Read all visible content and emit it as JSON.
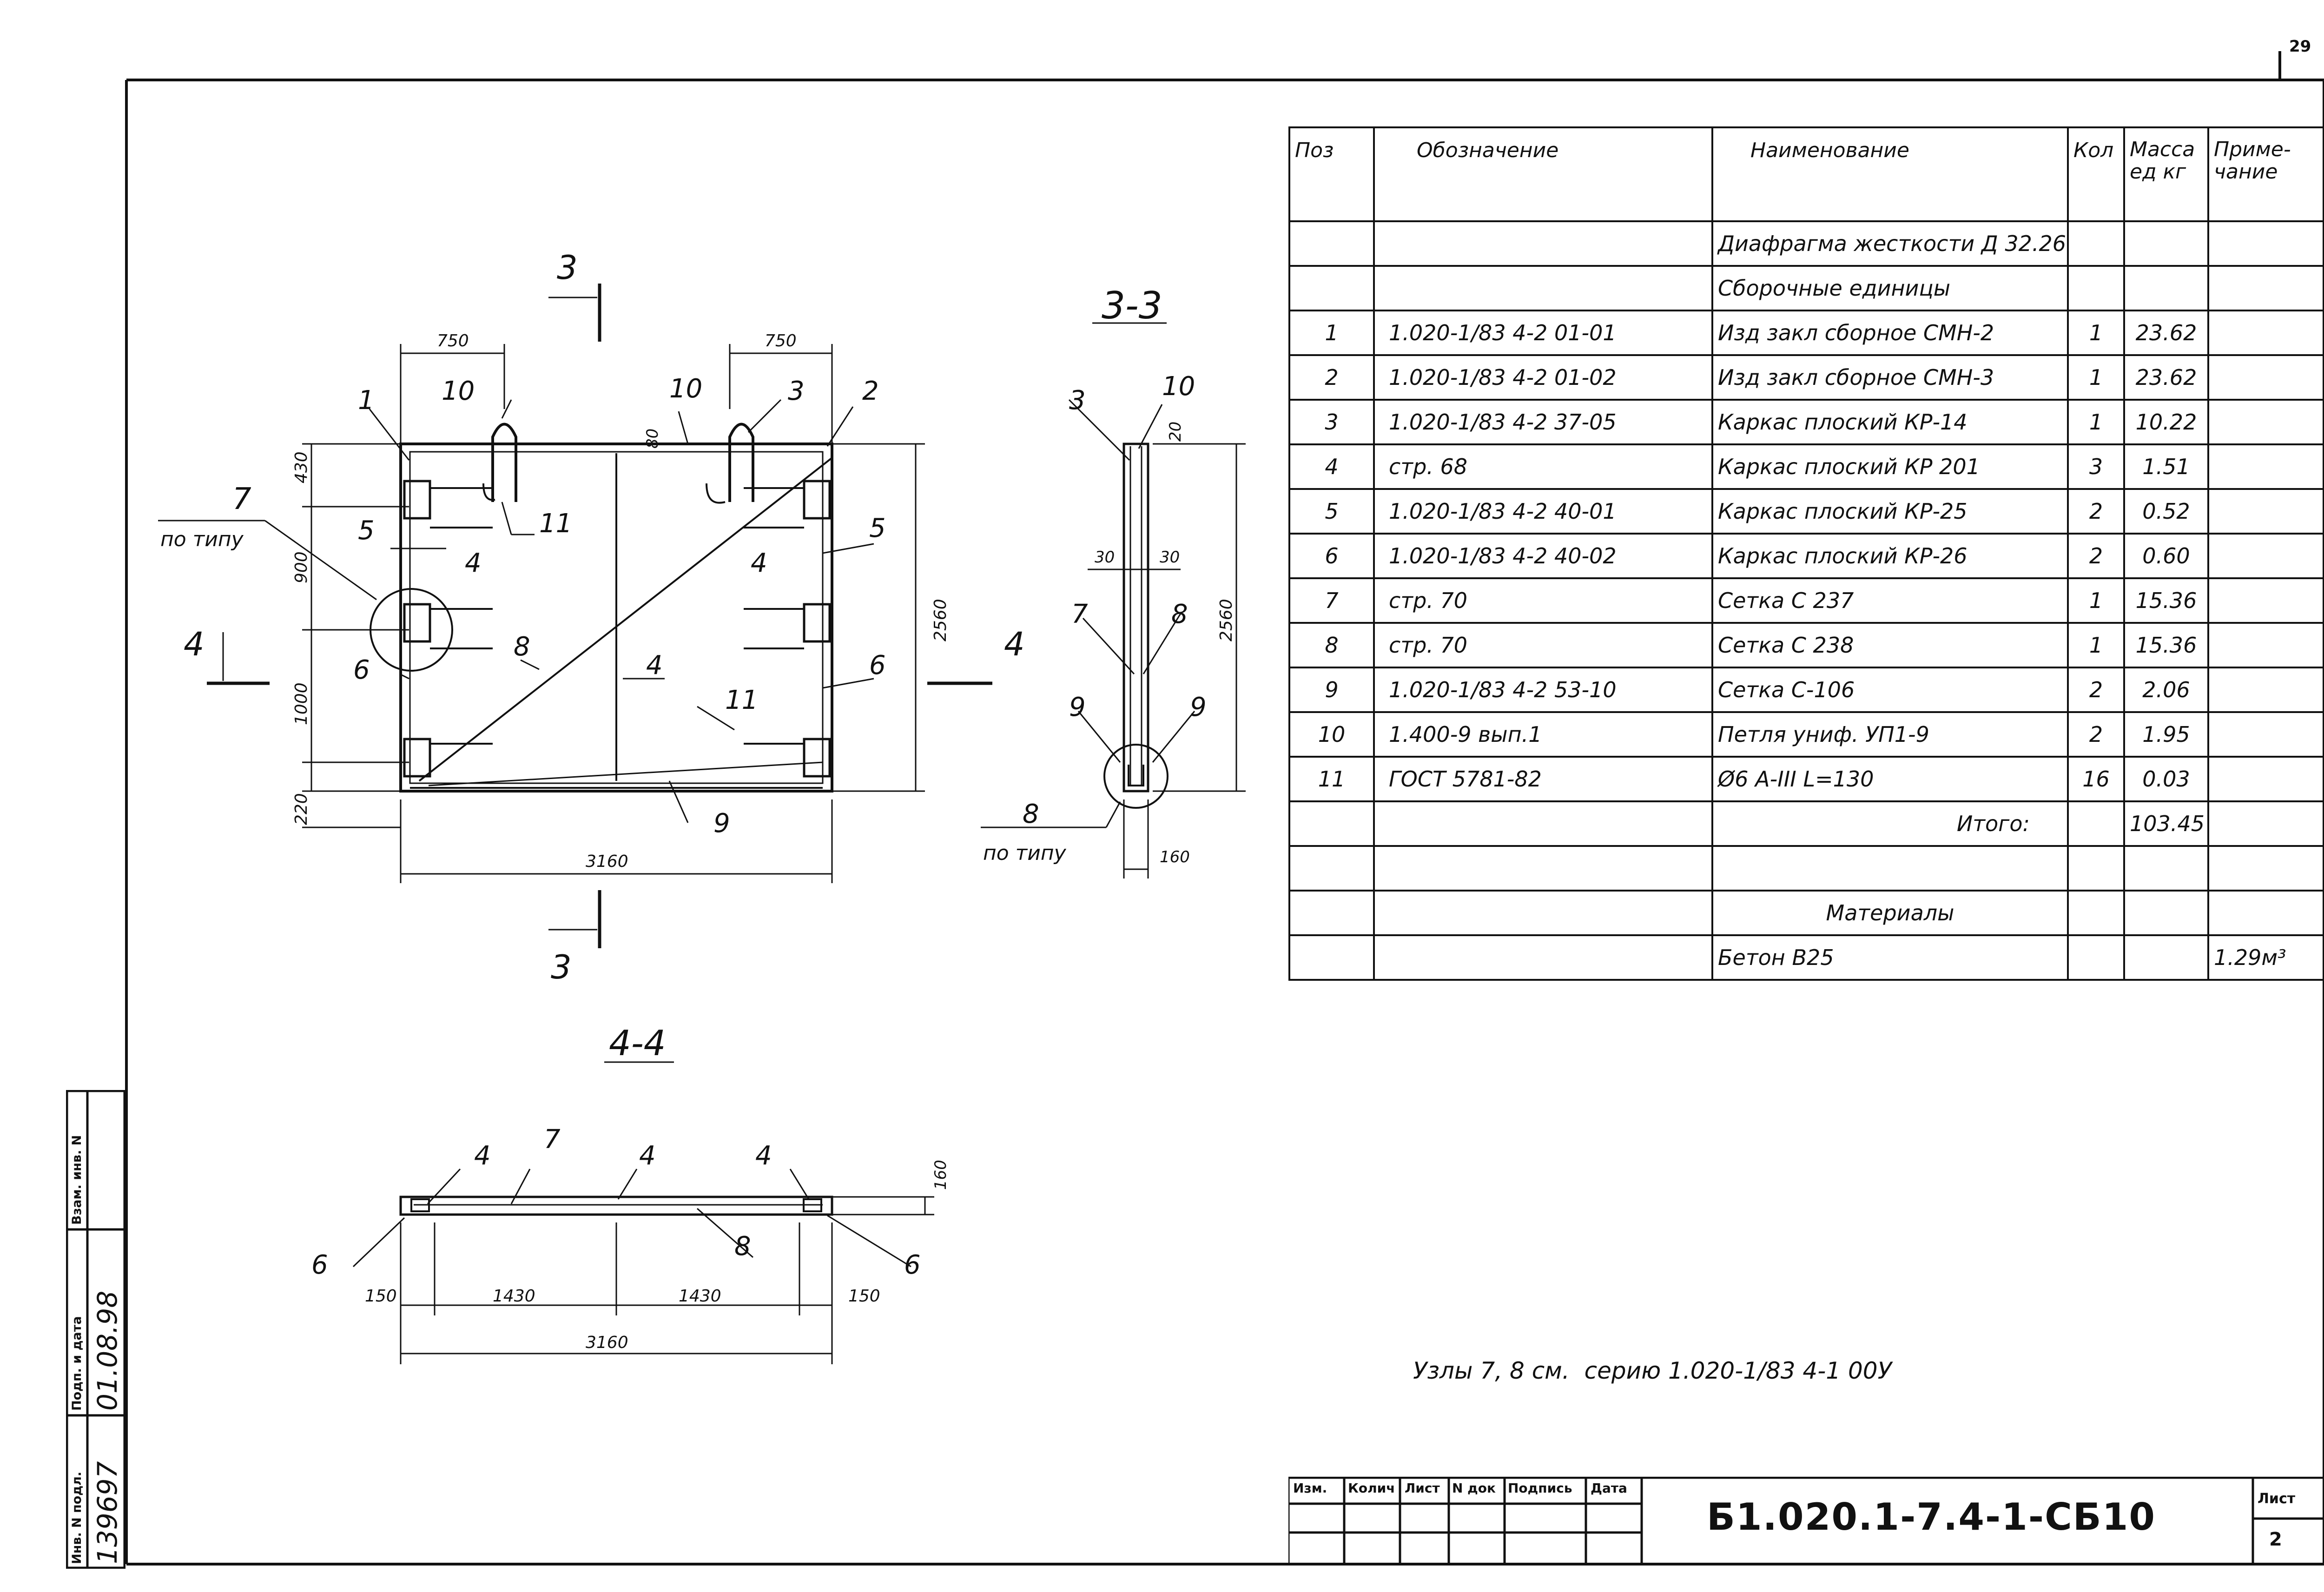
{
  "page_number": "29",
  "spec_table": {
    "headers": {
      "pos": "Поз",
      "designation": "Обозначение",
      "name": "Наименование",
      "qty": "Кол",
      "mass": "Масса ед кг",
      "note": "Приме-чание"
    },
    "title_row": "Диафрагма жесткости Д 32.26",
    "section_assembly": "Сборочные единицы",
    "rows": [
      {
        "pos": "1",
        "designation": "1.020-1/83 4-2 01-01",
        "name": "Изд закл сборное СМН-2",
        "qty": "1",
        "mass": "23.62",
        "note": ""
      },
      {
        "pos": "2",
        "designation": "1.020-1/83 4-2 01-02",
        "name": "Изд закл сборное СМН-3",
        "qty": "1",
        "mass": "23.62",
        "note": ""
      },
      {
        "pos": "3",
        "designation": "1.020-1/83 4-2 37-05",
        "name": "Каркас плоский КР-14",
        "qty": "1",
        "mass": "10.22",
        "note": ""
      },
      {
        "pos": "4",
        "designation": "стр. 68",
        "name": "Каркас плоский КР 201",
        "qty": "3",
        "mass": "1.51",
        "note": ""
      },
      {
        "pos": "5",
        "designation": "1.020-1/83 4-2 40-01",
        "name": "Каркас плоский КР-25",
        "qty": "2",
        "mass": "0.52",
        "note": ""
      },
      {
        "pos": "6",
        "designation": "1.020-1/83 4-2 40-02",
        "name": "Каркас плоский КР-26",
        "qty": "2",
        "mass": "0.60",
        "note": ""
      },
      {
        "pos": "7",
        "designation": "стр. 70",
        "name": "Сетка С 237",
        "qty": "1",
        "mass": "15.36",
        "note": ""
      },
      {
        "pos": "8",
        "designation": "стр. 70",
        "name": "Сетка С 238",
        "qty": "1",
        "mass": "15.36",
        "note": ""
      },
      {
        "pos": "9",
        "designation": "1.020-1/83 4-2 53-10",
        "name": "Сетка С-106",
        "qty": "2",
        "mass": "2.06",
        "note": ""
      },
      {
        "pos": "10",
        "designation": "1.400-9 вып.1",
        "name": "Петля униф. УП1-9",
        "qty": "2",
        "mass": "1.95",
        "note": ""
      },
      {
        "pos": "11",
        "designation": "ГОСТ 5781-82",
        "name": "Ø6 A-III  L=130",
        "qty": "16",
        "mass": "0.03",
        "note": ""
      }
    ],
    "total_label": "Итого:",
    "total_mass": "103.45",
    "section_materials": "Материалы",
    "material": {
      "name": "Бетон В25",
      "note": "1.29м³"
    }
  },
  "drawing": {
    "section_3_label": "3",
    "section_4_label": "4",
    "view_3_3_title": "3-3",
    "view_4_4_title": "4-4",
    "po_tipu": "по типу",
    "dims_main": {
      "w750a": "750",
      "w750b": "750",
      "h430": "430",
      "h900": "900",
      "h1000": "1000",
      "h220": "220",
      "h80": "80",
      "h2560": "2560",
      "w3160": "3160"
    },
    "dims_33": {
      "d20": "20",
      "d30a": "30",
      "d30b": "30",
      "h2560": "2560",
      "d160": "160"
    },
    "dims_44": {
      "d150a": "150",
      "d1430a": "1430",
      "d1430b": "1430",
      "d150b": "150",
      "w3160": "3160",
      "d160": "160"
    },
    "callouts": {
      "c1": "1",
      "c2": "2",
      "c3": "3",
      "c4": "4",
      "c5": "5",
      "c6": "6",
      "c7": "7",
      "c8": "8",
      "c9": "9",
      "c10": "10",
      "c11": "11"
    }
  },
  "note_text": "Узлы 7, 8 см.  серию 1.020-1/83 4-1 00У",
  "left_stamp": {
    "inv_label": "Инв. N подл.",
    "inv_value": "139697",
    "sign_label": "Подп. и дата",
    "sign_value": "01.08.98",
    "vzam_label": "Взам. инв. N"
  },
  "title_block": {
    "h_izm": "Изм.",
    "h_kol": "Колич",
    "h_list": "Лист",
    "h_ndok": "N док",
    "h_podp": "Подпись",
    "h_data": "Дата",
    "doc_code": "Б1.020.1-7.4-1-СБ10",
    "sheet_label": "Лист",
    "sheet_number": "2"
  }
}
